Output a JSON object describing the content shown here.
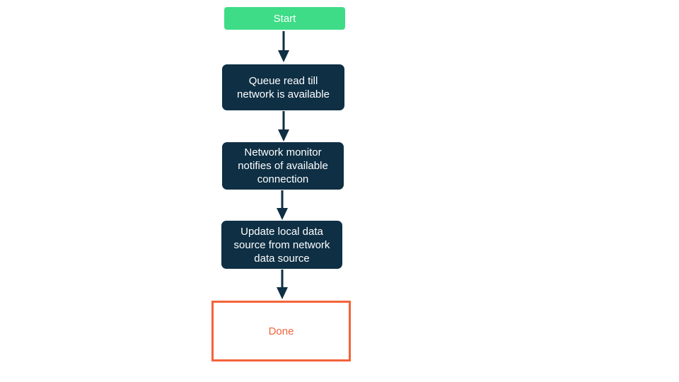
{
  "diagram": {
    "type": "flowchart",
    "orientation": "top-to-bottom",
    "background_color": "#ffffff",
    "colors": {
      "start_fill": "#3edc87",
      "process_fill": "#0e2f44",
      "process_text": "#ffffff",
      "done_border": "#f4633a",
      "done_text": "#f4633a",
      "done_fill": "#ffffff",
      "connector": "#0e2f44"
    },
    "nodes": [
      {
        "id": "start",
        "label": "Start",
        "shape": "rounded-rectangle",
        "role": "terminal-start"
      },
      {
        "id": "queue",
        "label": "Queue read till\nnetwork is available",
        "shape": "rounded-rectangle",
        "role": "process"
      },
      {
        "id": "monitor",
        "label": "Network monitor\nnotifies of available\nconnection",
        "shape": "rounded-rectangle",
        "role": "process"
      },
      {
        "id": "update",
        "label": "Update local data\nsource from network\ndata source",
        "shape": "rounded-rectangle",
        "role": "process"
      },
      {
        "id": "done",
        "label": "Done",
        "shape": "rectangle",
        "role": "terminal-end"
      }
    ],
    "edges": [
      {
        "id": "edge-start-queue",
        "from": "start",
        "to": "queue",
        "label": "",
        "arrowhead": "solid-triangle"
      },
      {
        "id": "edge-queue-monitor",
        "from": "queue",
        "to": "monitor",
        "label": "",
        "arrowhead": "solid-triangle"
      },
      {
        "id": "edge-monitor-update",
        "from": "monitor",
        "to": "update",
        "label": "",
        "arrowhead": "solid-triangle"
      },
      {
        "id": "edge-update-done",
        "from": "update",
        "to": "done",
        "label": "",
        "arrowhead": "solid-triangle"
      }
    ]
  }
}
